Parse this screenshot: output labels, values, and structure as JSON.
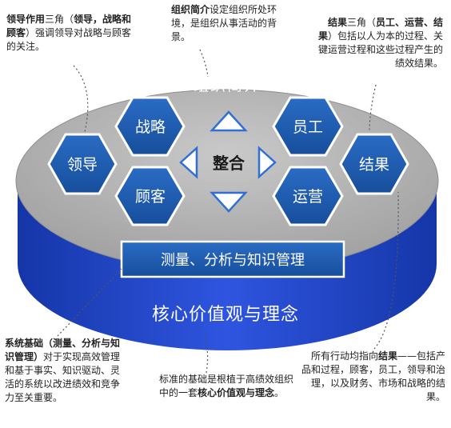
{
  "disc": {
    "top_label": "组织简介",
    "side_label": "核心价值观与理念"
  },
  "hexagons": {
    "lead": "领导",
    "strategy": "战略",
    "customer": "顾客",
    "workforce": "员工",
    "operations": "运营",
    "results": "结果"
  },
  "center": {
    "label": "整合"
  },
  "measure_bar": {
    "label": "测量、分析与知识管理"
  },
  "annotations": {
    "top_left": {
      "bold": "领导作用",
      "t1": "三角（",
      "bold2": "领导，战略和顾客",
      "t2": "）强调领导对战略与顾客的关注。"
    },
    "top_center": {
      "bold": "组织简介",
      "text": "设定组织所处环境，是组织从事活动的背景。"
    },
    "top_right": {
      "bold": "结果",
      "t1": "三角（",
      "bold2": "员工、运营、结果",
      "t2": "）包括以人为本的过程、关键运营过程和这些过程产生的绩效结果。"
    },
    "bottom_left": {
      "bold": "系统基础（测量、分析与知识管理）",
      "text": "对于实现高效管理和基于事实、知识驱动、灵活的系统以改进绩效和竞争力至关重要。"
    },
    "bottom_center": {
      "t1": "标准的基础是根植于高绩效组织中的一套",
      "bold": "核心价值观与理念",
      "t2": "。"
    },
    "bottom_right": {
      "t1": "所有行动均指向",
      "bold": "结果",
      "t2": "——包括产品和过程，顾客，员工，领导和治理，以及财务、市场和战略的结果。"
    }
  },
  "colors": {
    "hex_fill": "#1f5cae",
    "disc_top": "#b7b7b7",
    "disc_side": "#1a3fb8",
    "triangle": "#2f6fd6",
    "bar": "#1f5cae"
  }
}
